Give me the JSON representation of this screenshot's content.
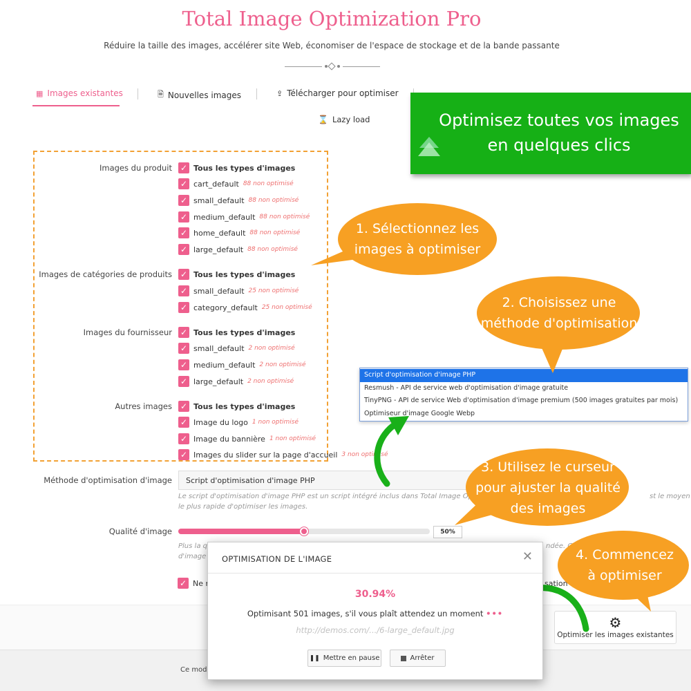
{
  "header": {
    "title": "Total Image Optimization Pro",
    "subtitle": "Réduire la taille des images, accélérer site Web, économiser de l'espace de stockage et de la bande passante"
  },
  "tabs": [
    {
      "label": "Images existantes",
      "icon": "image-file-icon",
      "active": true
    },
    {
      "label": "Nouvelles images",
      "icon": "file-icon",
      "active": false
    },
    {
      "label": "Télécharger pour optimiser",
      "icon": "upload-icon",
      "active": false
    }
  ],
  "lazy_load": {
    "label": "Lazy load",
    "icon": "spinner-icon"
  },
  "groups": {
    "product": {
      "label": "Images du produit",
      "items": [
        {
          "name": "Tous les types d'images",
          "count": "",
          "bold": true
        },
        {
          "name": "cart_default",
          "count": "88 non optimisé"
        },
        {
          "name": "small_default",
          "count": "88 non optimisé"
        },
        {
          "name": "medium_default",
          "count": "88 non optimisé"
        },
        {
          "name": "home_default",
          "count": "88 non optimisé"
        },
        {
          "name": "large_default",
          "count": "88 non optimisé"
        }
      ]
    },
    "category": {
      "label": "Images de catégories de produits",
      "items": [
        {
          "name": "Tous les types d'images",
          "count": "",
          "bold": true
        },
        {
          "name": "small_default",
          "count": "25 non optimisé"
        },
        {
          "name": "category_default",
          "count": "25 non optimisé"
        }
      ]
    },
    "supplier": {
      "label": "Images du fournisseur",
      "items": [
        {
          "name": "Tous les types d'images",
          "count": "",
          "bold": true
        },
        {
          "name": "small_default",
          "count": "2 non optimisé"
        },
        {
          "name": "medium_default",
          "count": "2 non optimisé"
        },
        {
          "name": "large_default",
          "count": "2 non optimisé"
        }
      ]
    },
    "other": {
      "label": "Autres images",
      "items": [
        {
          "name": "Tous les types d'images",
          "count": "",
          "bold": true
        },
        {
          "name": "Image du logo",
          "count": "1 non optimisé"
        },
        {
          "name": "Image du bannière",
          "count": "1 non optimisé"
        },
        {
          "name": "Images du slider sur la page d'accueil",
          "count": "3 non optimisé"
        }
      ]
    }
  },
  "method": {
    "label": "Méthode d'optimisation d'image",
    "value": "Script d'optimisation d'image PHP",
    "help_line1": "Le script d'optimisation d'image PHP est un script intégré inclus dans Total Image Op",
    "help_line1_end": "st le moyen",
    "help_line2": "le plus rapide d'optimiser les images.",
    "options": [
      "Script d'optimisation d'image PHP",
      "Resmush - API de service web d'optimisation d'image gratuite",
      "TinyPNG - API de service Web d'optimisation d'image premium (500 images gratuites par mois)",
      "Optimiseur d'image Google Webp"
    ],
    "selected_index": 0
  },
  "quality": {
    "label": "Qualité d'image",
    "value_label": "50%",
    "value": 0.5,
    "help_line1": "Plus la qu",
    "help_line1_end": "ndée. C",
    "help_line2": "d'image j"
  },
  "checkbox_extra": {
    "label_start": "Ne ré",
    "label_end": "sation d'ima"
  },
  "optimize_button": {
    "label": "Optimiser les images existantes",
    "icon": "gears-icon"
  },
  "footer": {
    "text": "Ce modu"
  },
  "modal": {
    "title": "OPTIMISATION DE L'IMAGE",
    "percent": "30.94%",
    "message": "Optimisant 501 images, s'il vous plaît attendez un moment",
    "dots": "•••",
    "file": "http://demos.com/.../6-large_default.jpg",
    "pause_label": "Mettre en pause",
    "stop_label": "Arrêter"
  },
  "banner": {
    "line1": "Optimisez toutes vos images",
    "line2": "en quelques clics"
  },
  "callouts": {
    "c1_line1": "1. Sélectionnez les",
    "c1_line2": "images à optimiser",
    "c2_line1": "2. Choisissez une",
    "c2_line2": "méthode d'optimisation",
    "c3_line1": "3. Utilisez le curseur",
    "c3_line2": "pour ajuster la qualité",
    "c3_line3": "des images",
    "c4_line1": "4. Commencez",
    "c4_line2": "à optimiser"
  },
  "colors": {
    "accent": "#ee5f8d",
    "callout": "#f7a023",
    "banner": "#16b016",
    "dropdown_selected": "#1e73e8"
  }
}
